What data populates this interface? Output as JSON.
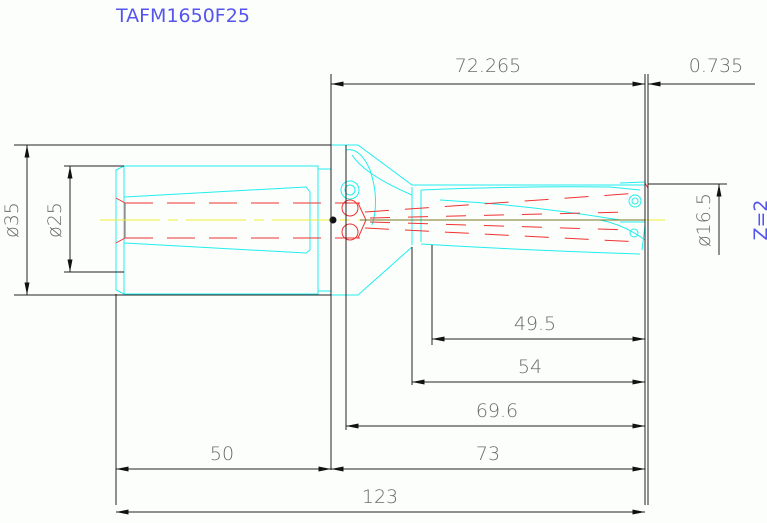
{
  "title": "TAFM1650F25",
  "colors": {
    "background": "#fcfefc",
    "outline": "#22eeee",
    "hidden_lines": "#ee3333",
    "centerline": "#eeee33",
    "dimension": "#222222",
    "dimension_text": "#6a6a6a",
    "title": "#5555ee"
  },
  "dimensions": {
    "top_left": "72.265",
    "top_right": "0.735",
    "dia_body": "ø35",
    "dia_shank": "ø25",
    "dia_drill": "ø16.5",
    "insert_count": "Z=2",
    "len_49_5": "49.5",
    "len_54": "54",
    "len_69_6": "69.6",
    "len_50": "50",
    "len_73": "73",
    "len_123": "123"
  }
}
